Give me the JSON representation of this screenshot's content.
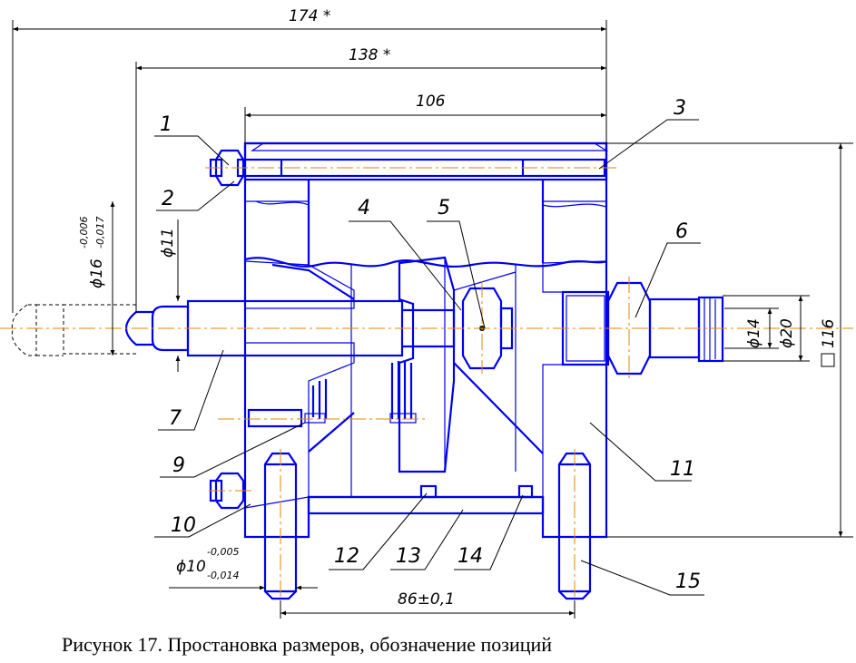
{
  "dimensions": {
    "overall_length": "174 *",
    "length_138": "138 *",
    "length_106": "106",
    "height_116": "116",
    "dia_11": "ϕ11",
    "dia_16": "ϕ16",
    "dia_16_upper": "-0,006",
    "dia_16_lower": "-0,017",
    "dia_14": "ϕ14",
    "dia_20": "ϕ20",
    "dia_10": "ϕ10",
    "dia_10_upper": "-0,005",
    "dia_10_lower": "-0,014",
    "center_86": "86±0,1"
  },
  "positions": [
    "1",
    "2",
    "3",
    "4",
    "5",
    "6",
    "7",
    "9",
    "10",
    "11",
    "12",
    "13",
    "14",
    "15"
  ],
  "caption": "Рисунок 17. Простановка размеров, обозначение позиций",
  "colors": {
    "part_lines": "#0000ee",
    "dimension_lines": "#000000",
    "axis_lines": "#e08a00"
  }
}
